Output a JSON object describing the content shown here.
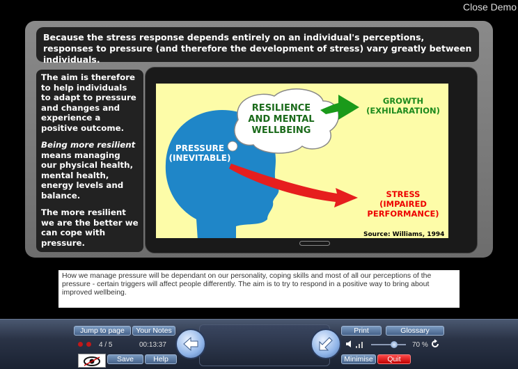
{
  "header": {
    "close_label": "Close Demo"
  },
  "slide": {
    "top_text": "Because the stress response depends entirely on an individual's perceptions, responses to pressure (and therefore the development of stress) vary greatly between individuals.",
    "side": {
      "p1": "The aim is therefore to help individuals to adapt to pressure and changes and experience a positive outcome.",
      "p2_italic": "Being more resilient",
      "p2_rest": " means managing our physical health, mental health, energy levels and balance.",
      "p3": "The more resilient we are the better we can cope with pressure."
    },
    "diagram": {
      "pressure": "PRESSURE (INEVITABLE)",
      "resilience": "RESILIENCE AND MENTAL WELLBEING",
      "growth": "GROWTH (EXHILARATION)",
      "stress": "STRESS (IMPAIRED PERFORMANCE)",
      "source": "Source: Williams, 1994"
    },
    "caption": "How we manage pressure will be dependant on our personality, coping skills and most of all our perceptions of the pressure - certain triggers will affect people differently. The aim is to try to respond in a positive way to bring about improved wellbeing."
  },
  "toolbar": {
    "jump_label": "Jump to page",
    "notes_label": "Your Notes",
    "page_counter": "4 / 5",
    "timer": "00:13:37",
    "save_label": "Save",
    "help_label": "Help",
    "print_label": "Print",
    "glossary_label": "Glossary",
    "volume": "70 %",
    "minimise_label": "Minimise",
    "quit_label": "Quit",
    "icons": {
      "back": "left-arrow-icon",
      "forward": "down-left-arrow-icon",
      "speaker": "speaker-icon",
      "signal": "signal-bars-icon",
      "reload": "reload-icon",
      "eye": "eye-icon"
    },
    "colors": {
      "accent": "#6d8fc0",
      "quit": "#d60000",
      "dots": "#c21818"
    }
  }
}
